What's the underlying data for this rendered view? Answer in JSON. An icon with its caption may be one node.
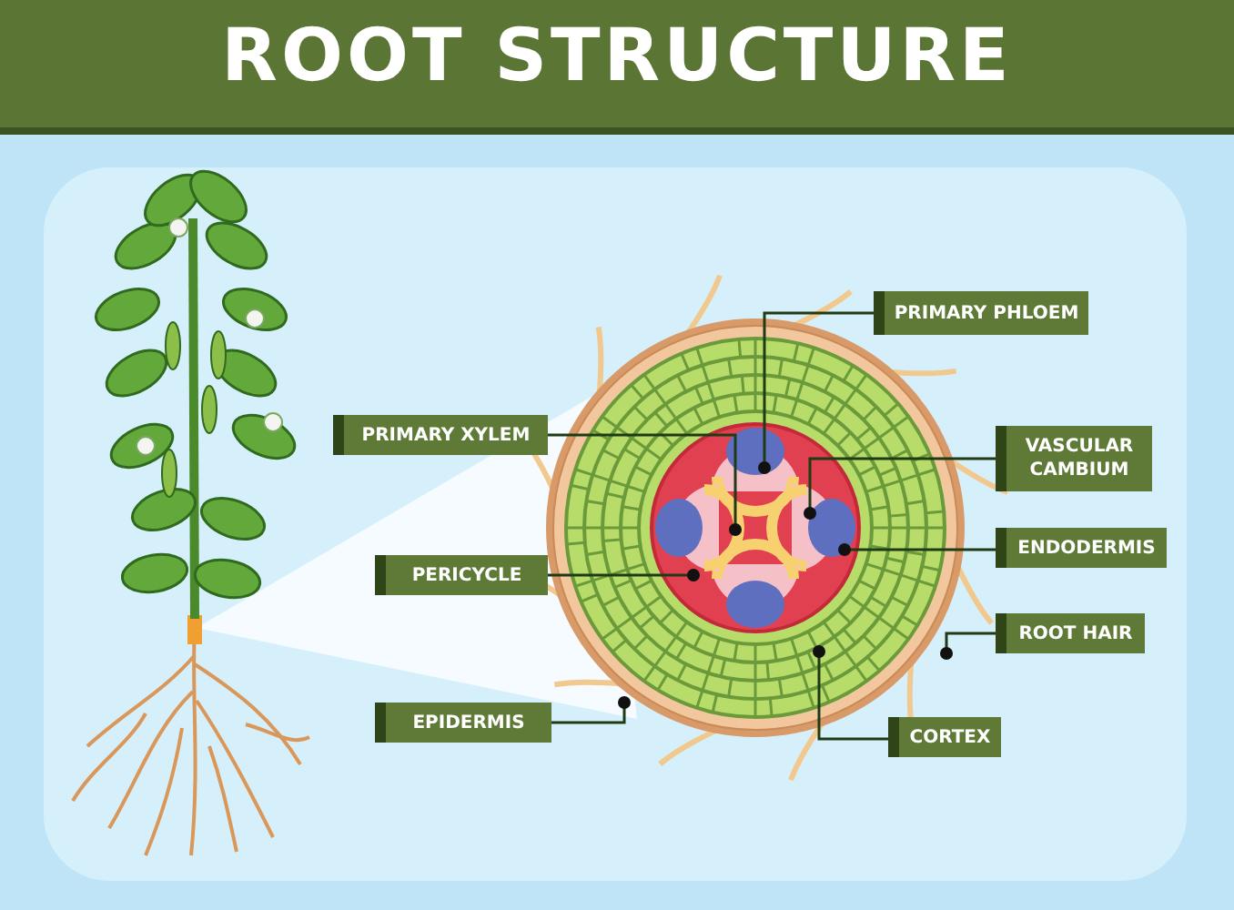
{
  "diagram": {
    "title": "ROOT STRUCTURE",
    "nodes": [
      {
        "text": [
          "PRIMARY PHLOEM"
        ]
      },
      {
        "text": [
          "PRIMARY XYLEM"
        ]
      },
      {
        "text": [
          "VASCULAR CAMBIUM"
        ]
      },
      {
        "text": [
          "ENDODERMIS"
        ]
      },
      {
        "text": [
          "PERICYCLE"
        ]
      },
      {
        "text": [
          "ROOT HAIR"
        ]
      },
      {
        "text": [
          "EPIDERMIS"
        ]
      },
      {
        "text": [
          "CORTEX"
        ]
      }
    ],
    "edges": [
      {
        "from": 0,
        "to": null,
        "arrow": "other"
      },
      {
        "from": 1,
        "to": null,
        "arrow": "other"
      },
      {
        "from": 2,
        "to": null,
        "arrow": "other"
      },
      {
        "from": 3,
        "to": null,
        "arrow": "other"
      },
      {
        "from": 4,
        "to": null,
        "arrow": "other"
      },
      {
        "from": 5,
        "to": null,
        "arrow": "other"
      },
      {
        "from": 6,
        "to": null,
        "arrow": "other"
      },
      {
        "from": 7,
        "to": null,
        "arrow": "other"
      }
    ]
  }
}
